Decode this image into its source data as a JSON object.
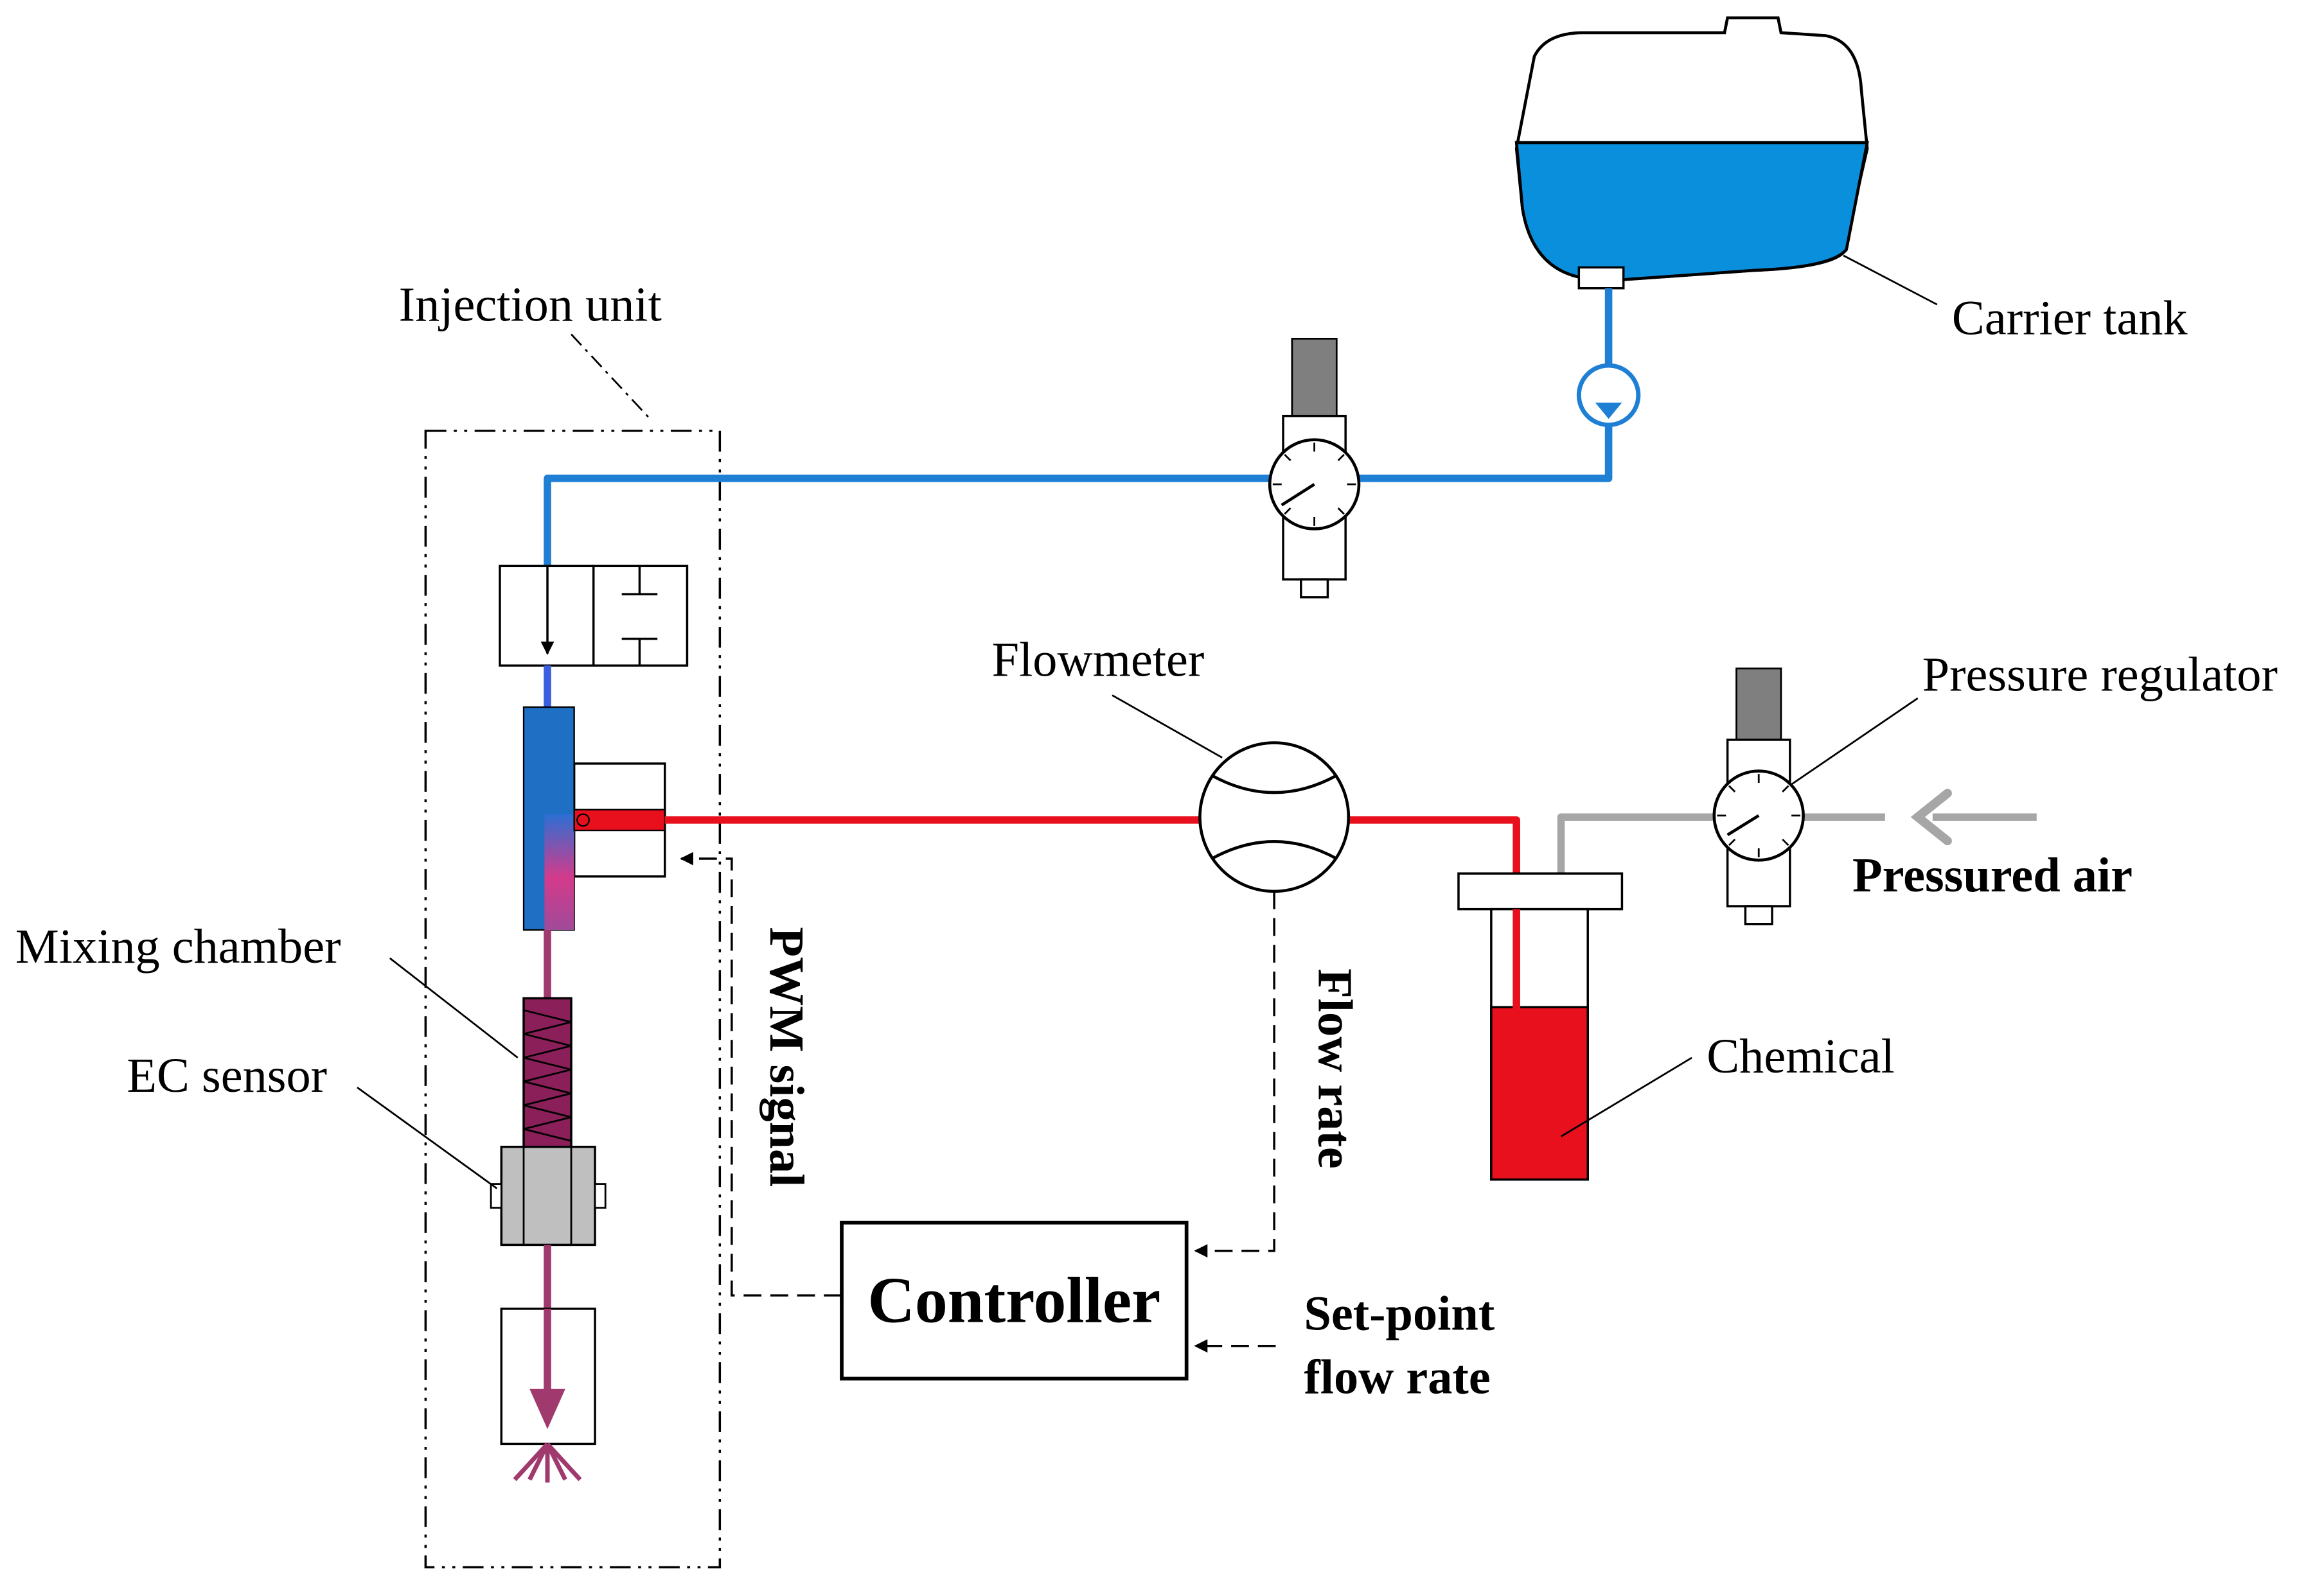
{
  "labels": {
    "carrier_tank": "Carrier tank",
    "injection_unit": "Injection unit",
    "flowmeter": "Flowmeter",
    "pressure_regulator": "Pressure regulator",
    "pressured_air": "Pressured air",
    "chemical": "Chemical",
    "mixing_chamber": "Mixing chamber",
    "ec_sensor": "EC sensor",
    "pwm_signal": "PWM signal",
    "flow_rate": "Flow rate",
    "controller": "Controller",
    "setpoint_line1": "Set-point",
    "setpoint_line2": "flow rate"
  },
  "colors": {
    "carrier_line": "#1f7fd4",
    "tank_water": "#0a8fdc",
    "chemical_line": "#e8101c",
    "mixed_line": "#a03a6e",
    "air_line": "#a6a6a6",
    "body_grey": "#bfbfbf",
    "knob_grey": "#7f7f7f"
  },
  "icons": [
    "carrier-tank-icon",
    "check-valve-icon",
    "pressure-gauge-icon",
    "solenoid-valve-icon",
    "flowmeter-icon",
    "chemical-tank-icon",
    "mixing-coil-icon",
    "ec-sensor-icon",
    "spray-nozzle-icon"
  ]
}
